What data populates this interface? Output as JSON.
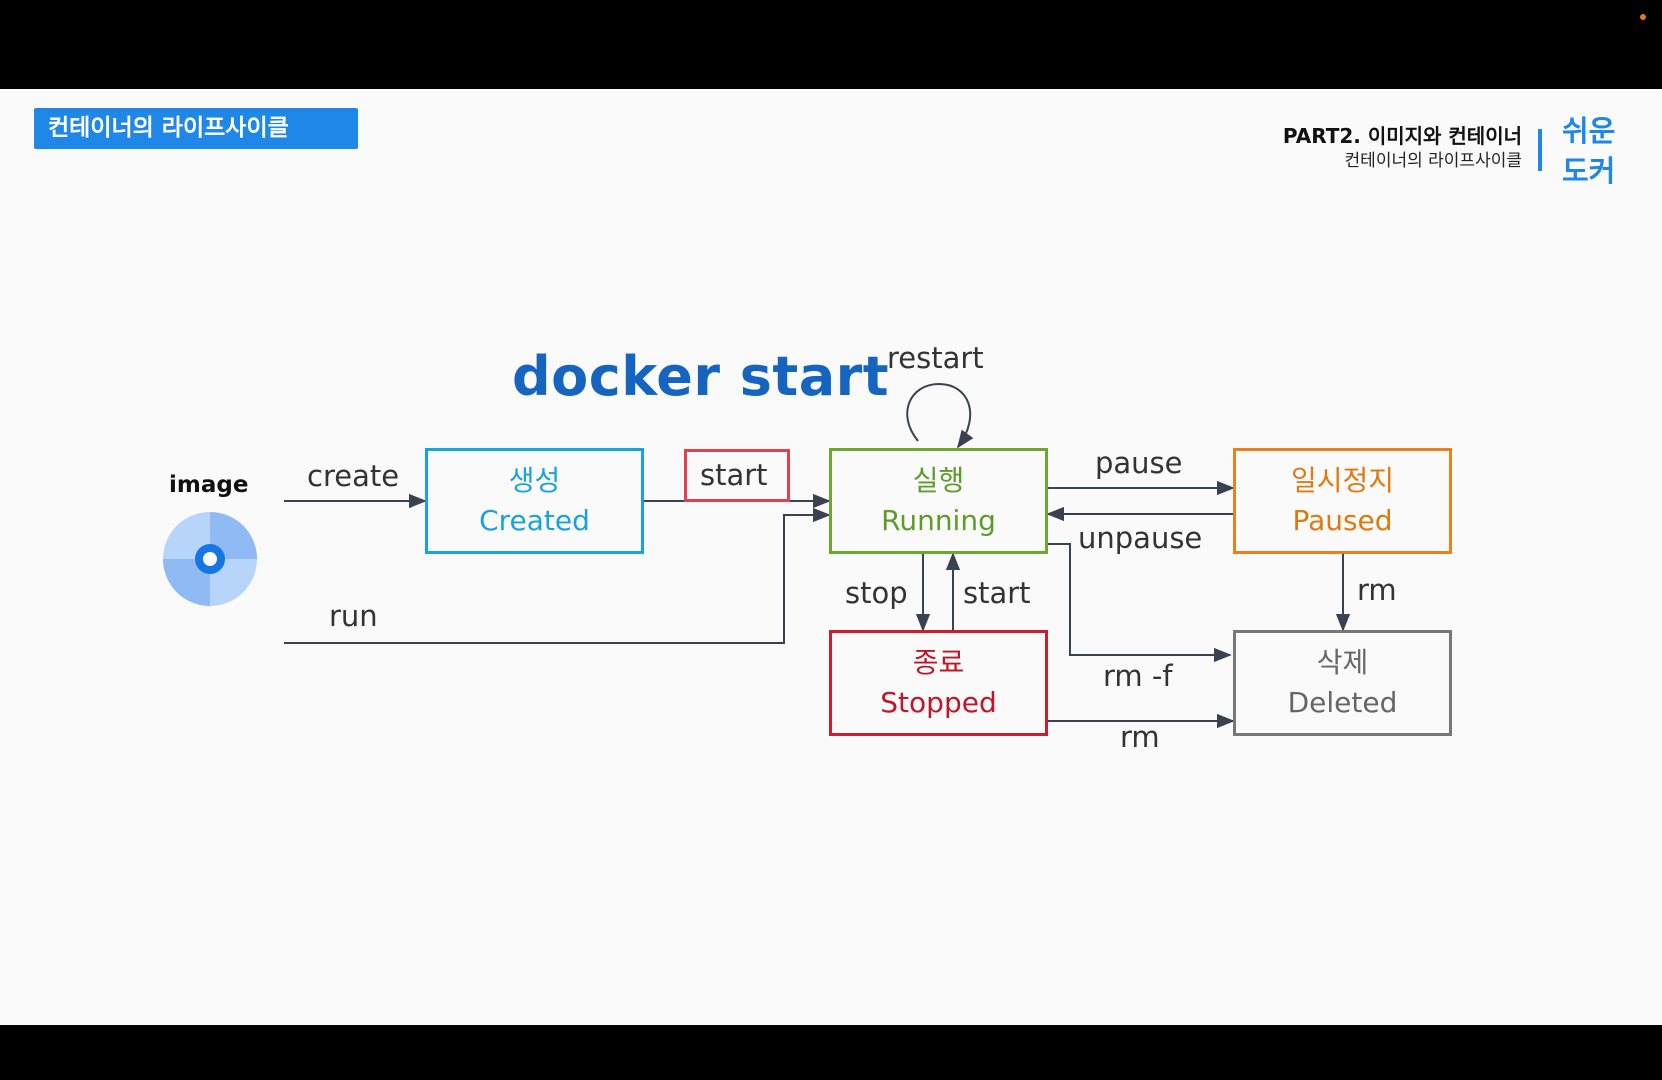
{
  "header": {
    "section_title": "컨테이너의 라이프사이클",
    "part_title": "PART2. 이미지와 컨테이너",
    "part_subtitle": "컨테이너의 라이프사이클",
    "brand_line1": "쉬운",
    "brand_line2": "도커"
  },
  "diagram": {
    "title": "docker start",
    "image_label": "image",
    "states": {
      "created": {
        "ko": "생성",
        "en": "Created"
      },
      "running": {
        "ko": "실행",
        "en": "Running"
      },
      "paused": {
        "ko": "일시정지",
        "en": "Paused"
      },
      "stopped": {
        "ko": "종료",
        "en": "Stopped"
      },
      "deleted": {
        "ko": "삭제",
        "en": "Deleted"
      }
    },
    "edges": {
      "create": "create",
      "run": "run",
      "start": "start",
      "restart": "restart",
      "pause": "pause",
      "unpause": "unpause",
      "stop": "stop",
      "start_from_stopped": "start",
      "rm_paused": "rm",
      "rm_force": "rm -f",
      "rm_stopped": "rm"
    },
    "colors": {
      "created": "#1aa3d9",
      "running": "#6aa82e",
      "paused": "#e9821d",
      "stopped": "#cc1e2e",
      "deleted": "#777777",
      "highlight": "#e04050",
      "title": "#1565c0"
    },
    "icons": [
      "disc-icon"
    ]
  }
}
